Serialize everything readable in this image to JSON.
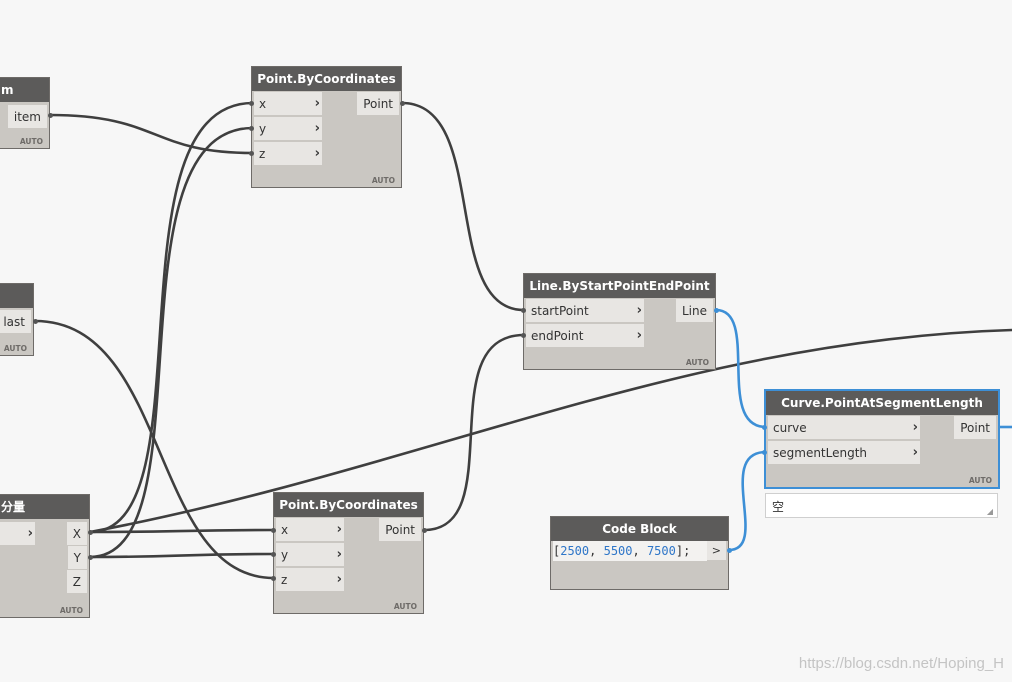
{
  "nodes": {
    "getitem": {
      "title": "m",
      "out": "item",
      "auto": "AUTO"
    },
    "lastitem": {
      "out": "last",
      "auto": "AUTO"
    },
    "components": {
      "title": "分量",
      "outs": [
        "X",
        "Y",
        "Z"
      ],
      "auto": "AUTO"
    },
    "pbc1": {
      "title": "Point.ByCoordinates",
      "ins": [
        "x",
        "y",
        "z"
      ],
      "out": "Point",
      "auto": "AUTO"
    },
    "pbc2": {
      "title": "Point.ByCoordinates",
      "ins": [
        "x",
        "y",
        "z"
      ],
      "out": "Point",
      "auto": "AUTO"
    },
    "line": {
      "title": "Line.ByStartPointEndPoint",
      "ins": [
        "startPoint",
        "endPoint"
      ],
      "out": "Line",
      "auto": "AUTO"
    },
    "curve": {
      "title": "Curve.PointAtSegmentLength",
      "ins": [
        "curve",
        "segmentLength"
      ],
      "out": "Point",
      "auto": "AUTO",
      "preview": "空"
    },
    "codeblock": {
      "title": "Code Block",
      "open": "[",
      "v1": "2500",
      "v2": "5500",
      "v3": "7500",
      "sep": ", ",
      "close": "];",
      "out": ">"
    }
  },
  "colors": {
    "wire": "#3f3f3f",
    "selected_wire": "#3d8fd6",
    "header": "#5c5b5a",
    "body": "#cac7c2"
  },
  "watermark": "https://blog.csdn.net/Hoping_H"
}
